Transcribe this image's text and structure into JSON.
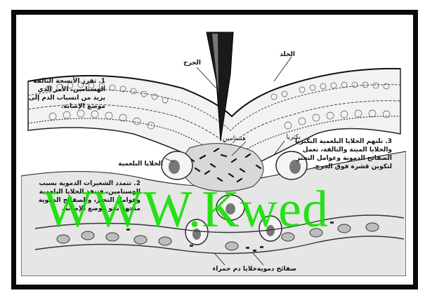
{
  "labels": {
    "skin": "الجلد",
    "wound": "الجرح",
    "histamine": "هستامين",
    "bacteria": "بكتريا",
    "phagocytes": "الخلايا البلعمية",
    "red_blood_cells": "خلايا دم حمراء",
    "blood_platelets": "صفائح دموية"
  },
  "notes": {
    "note1": "1. تفرز الأنسجة التالفة الهستامين، الأمر الذي يزيد من انسياب الدم إلى موضع الإصابة.",
    "note2": "2. تتمدد الشعيرات الدموية بسبب الهستامين، فتنفذ الخلايا البلعمية وعوامل التخثر، والصفائح الدموية متجهة نحو موضع الإصابة.",
    "note3": "3. تلتهم الخلايا البلعمية البكتريا والخلايا الميتة والتالفة، تعمل الصفائح الدموية وعوامل التخثر لتكوين قشرة فوق الجرح."
  },
  "watermark": "WWW.Kwed",
  "colors": {
    "border": "#0a0a0a",
    "watermark": "#12e000",
    "ink": "#111111"
  }
}
